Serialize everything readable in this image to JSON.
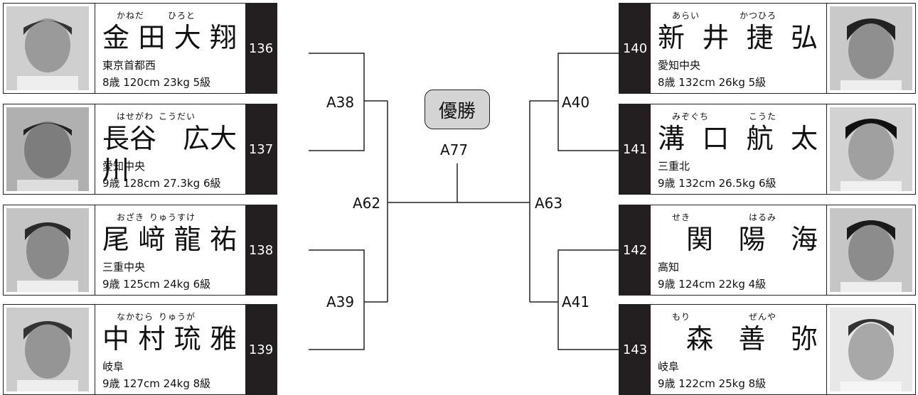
{
  "left_players": [
    {
      "seed": "136",
      "kana_family": "かねだ",
      "kana_given": "ひろと",
      "name_chars": [
        "金",
        "田",
        "大",
        "翔"
      ],
      "prefecture": "東京首都西",
      "stats": "8歳 120cm 23kg 5級"
    },
    {
      "seed": "137",
      "kana_family": "はせがわ",
      "kana_given": "こうだい",
      "name_chars": [
        "長谷川",
        "広",
        "大"
      ],
      "prefecture": "愛知中央",
      "stats": "9歳 128cm 27.3kg 6級"
    },
    {
      "seed": "138",
      "kana_family": "おざき",
      "kana_given": "りゅうすけ",
      "name_chars": [
        "尾",
        "﨑",
        "龍",
        "祐"
      ],
      "prefecture": "三重中央",
      "stats": "9歳 125cm 24kg 6級"
    },
    {
      "seed": "139",
      "kana_family": "なかむら",
      "kana_given": "りゅうが",
      "name_chars": [
        "中",
        "村",
        "琉",
        "雅"
      ],
      "prefecture": "岐阜",
      "stats": "9歳 127cm 24kg 8級"
    }
  ],
  "right_players": [
    {
      "seed": "140",
      "kana_family": "あらい",
      "kana_given": "かつひろ",
      "name_chars": [
        "新",
        "井",
        "捷",
        "弘"
      ],
      "prefecture": "愛知中央",
      "stats": "8歳 132cm 26kg 5級"
    },
    {
      "seed": "141",
      "kana_family": "みぞぐち",
      "kana_given": "こうた",
      "name_chars": [
        "溝",
        "口",
        "航",
        "太"
      ],
      "prefecture": "三重北",
      "stats": "9歳 132cm 26.5kg 6級"
    },
    {
      "seed": "142",
      "kana_family": "せき",
      "kana_given": "はるみ",
      "name_chars": [
        "関",
        "陽",
        "海"
      ],
      "prefecture": "高知",
      "stats": "9歳 124cm 22kg 4級"
    },
    {
      "seed": "143",
      "kana_family": "もり",
      "kana_given": "ぜんや",
      "name_chars": [
        "森",
        "善",
        "弥"
      ],
      "prefecture": "岐阜",
      "stats": "9歳 122cm 25kg 8級"
    }
  ],
  "matches": {
    "a38": "A38",
    "a39": "A39",
    "a40": "A40",
    "a41": "A41",
    "a62": "A62",
    "a63": "A63",
    "a77": "A77"
  },
  "winner_label": "優勝",
  "colors": {
    "seed_bg": "#231f20",
    "winner_bg": "#d4d4d4",
    "line": "#222222"
  }
}
